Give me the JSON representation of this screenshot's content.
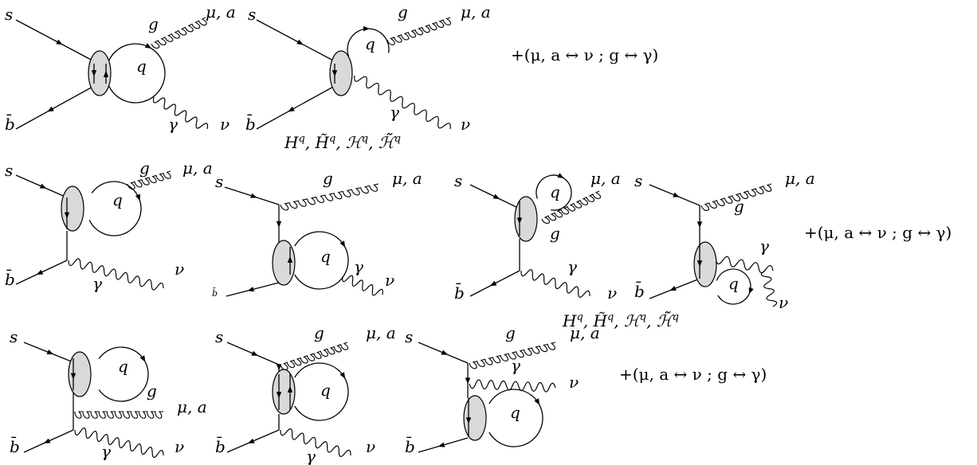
{
  "symbols": {
    "s": "s",
    "b": "b̄",
    "g": "g",
    "q": "q",
    "gamma": "γ",
    "mu_a": "μ, a",
    "nu": "ν",
    "swap": "+(μ, a ↔ ν ;  g ↔ γ)",
    "distributions": "Hq, H̃q, ℋq, ℋ̃q"
  },
  "distributions_parts": {
    "H": "H",
    "Ht": "H̃",
    "Hc": "ℋ",
    "Hct": "ℋ̃",
    "sup": "q",
    "comma": ", "
  },
  "colors": {
    "blob_fill": "#d9d9d9",
    "line": "#000000"
  }
}
